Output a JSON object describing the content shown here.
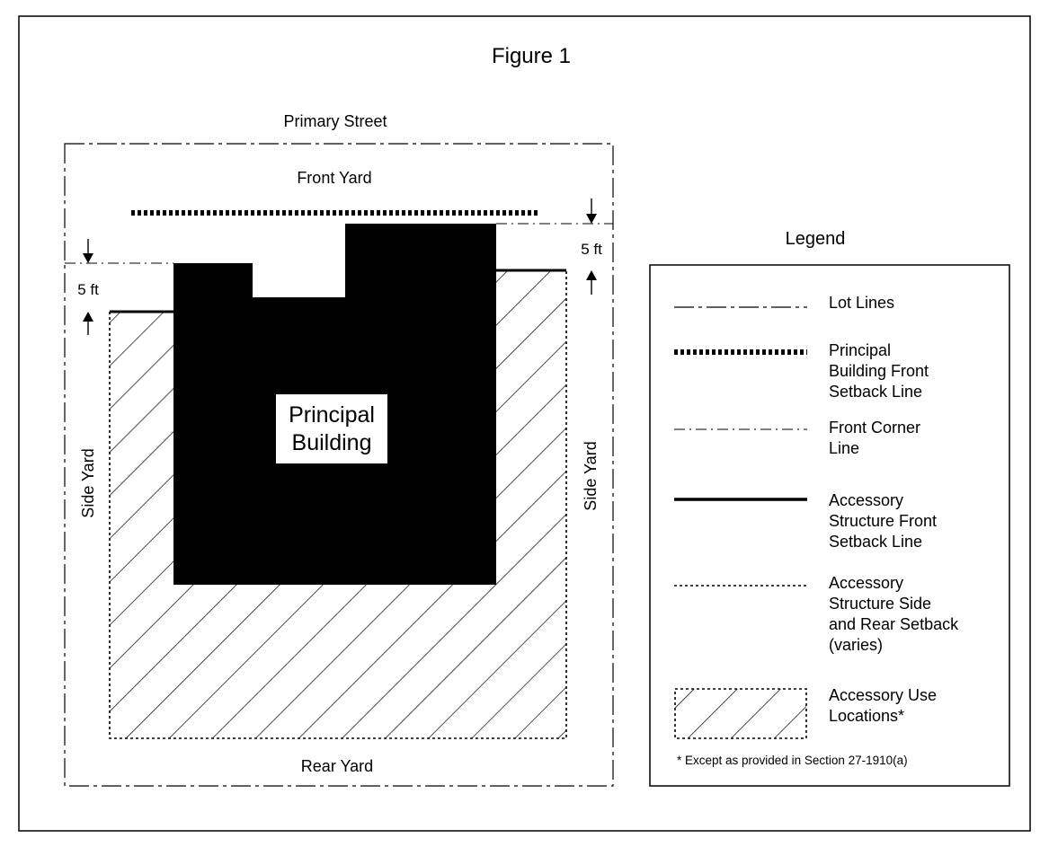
{
  "figure": {
    "title": "Figure 1",
    "labels": {
      "primary_street": "Primary Street",
      "front_yard": "Front Yard",
      "rear_yard": "Rear Yard",
      "side_yard_left": "Side Yard",
      "side_yard_right": "Side Yard",
      "dim_left": "5 ft",
      "dim_right": "5 ft",
      "building_line1": "Principal",
      "building_line2": "Building"
    }
  },
  "legend": {
    "title": "Legend",
    "items": [
      {
        "lines": [
          "Lot Lines"
        ]
      },
      {
        "lines": [
          "Principal",
          "Building Front",
          "Setback Line"
        ]
      },
      {
        "lines": [
          "Front Corner",
          "Line"
        ]
      },
      {
        "lines": [
          "Accessory",
          "Structure Front",
          "Setback Line"
        ]
      },
      {
        "lines": [
          "Accessory",
          "Structure Side",
          "and Rear Setback",
          "(varies)"
        ]
      },
      {
        "lines": [
          "Accessory Use",
          "Locations*"
        ]
      }
    ],
    "footnote": "* Except as provided in Section 27-1910(a)"
  },
  "colors": {
    "ink": "#000000",
    "paper": "#ffffff"
  }
}
